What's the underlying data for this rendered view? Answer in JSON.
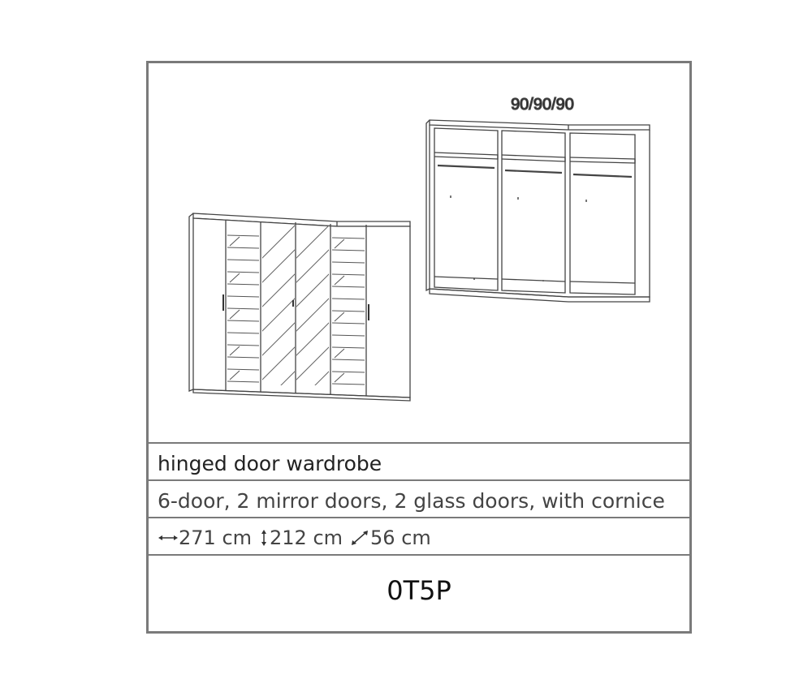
{
  "drawing": {
    "interior_label": "90/90/90"
  },
  "product": {
    "type": "hinged door wardrobe",
    "description": "6-door, 2 mirror doors, 2 glass doors, with cornice",
    "dimensions": {
      "width": "271 cm",
      "height": "212 cm",
      "depth": "56 cm"
    },
    "code": "0T5P"
  },
  "colors": {
    "border": "#7a7a7a",
    "line": "#444444"
  },
  "icons": [
    "width-arrow-icon",
    "height-arrow-icon",
    "depth-arrow-icon"
  ]
}
